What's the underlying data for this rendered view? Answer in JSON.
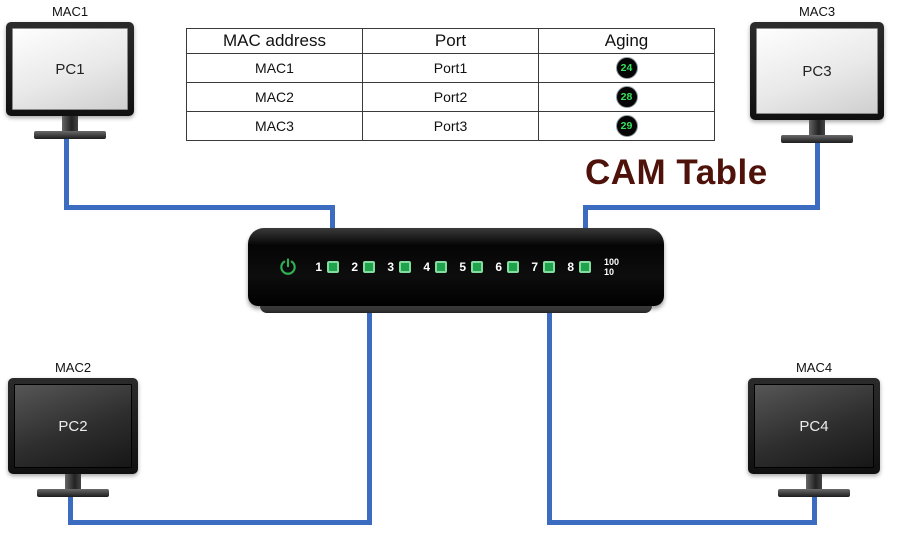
{
  "diagram_title": "CAM Table",
  "cam_table": {
    "headers": [
      "MAC address",
      "Port",
      "Aging"
    ],
    "rows": [
      {
        "mac": "MAC1",
        "port": "Port1",
        "aging": "24"
      },
      {
        "mac": "MAC2",
        "port": "Port2",
        "aging": "28"
      },
      {
        "mac": "MAC3",
        "port": "Port3",
        "aging": "29"
      }
    ]
  },
  "computers": {
    "pc1": {
      "mac": "MAC1",
      "name": "PC1"
    },
    "pc2": {
      "mac": "MAC2",
      "name": "PC2"
    },
    "pc3": {
      "mac": "MAC3",
      "name": "PC3"
    },
    "pc4": {
      "mac": "MAC4",
      "name": "PC4"
    }
  },
  "switch": {
    "power_icon": "power-icon",
    "port_numbers": [
      "1",
      "2",
      "3",
      "4",
      "5",
      "6",
      "7",
      "8"
    ],
    "speed_top": "100",
    "speed_bottom": "10"
  },
  "colors": {
    "cable": "#3c6cc0",
    "title": "#4e120a",
    "led": "#1ea24c",
    "aging_digit": "#37e05a"
  }
}
